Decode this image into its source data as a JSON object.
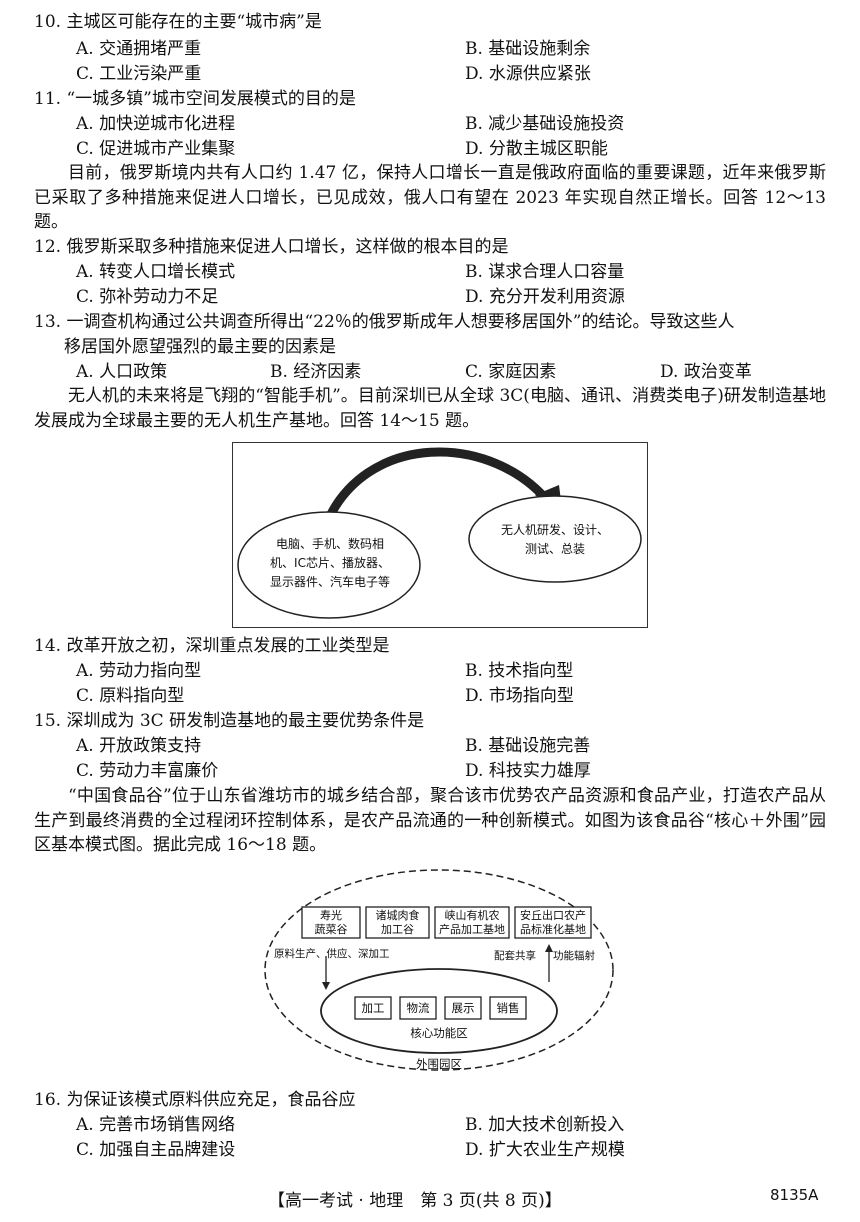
{
  "questions": {
    "q10": {
      "stem": "10. 主城区可能存在的主要“城市病”是",
      "A": "A. 交通拥堵严重",
      "B": "B. 基础设施剩余",
      "C": "C. 工业污染严重",
      "D": "D. 水源供应紧张"
    },
    "q11": {
      "stem": "11. “一城多镇”城市空间发展模式的目的是",
      "A": "A. 加快逆城市化进程",
      "B": "B. 减少基础设施投资",
      "C": "C. 促进城市产业集聚",
      "D": "D. 分散主城区职能"
    },
    "intro_12_13": "目前，俄罗斯境内共有人口约 1.47 亿，保持人口增长一直是俄政府面临的重要课题，近年来俄罗斯已采取了多种措施来促进人口增长，已见成效，俄人口有望在 2023 年实现自然正增长。回答 12～13 题。",
    "q12": {
      "stem": "12. 俄罗斯采取多种措施来促进人口增长，这样做的根本目的是",
      "A": "A. 转变人口增长模式",
      "B": "B. 谋求合理人口容量",
      "C": "C. 弥补劳动力不足",
      "D": "D. 充分开发利用资源"
    },
    "q13": {
      "stem_line1": "13. 一调查机构通过公共调查所得出“22％的俄罗斯成年人想要移居国外”的结论。导致这些人",
      "stem_line2": "移居国外愿望强烈的最主要的因素是",
      "A": "A. 人口政策",
      "B": "B. 经济因素",
      "C": "C. 家庭因素",
      "D": "D. 政治变革"
    },
    "intro_14_15": "无人机的未来将是飞翔的“智能手机”。目前深圳已从全球 3C(电脑、通讯、消费类电子)研发制造基地发展成为全球最主要的无人机生产基地。回答 14～15 题。",
    "figure1": {
      "left_line1": "电脑、手机、数码相",
      "left_line2": "机、IC芯片、播放器、",
      "left_line3": "显示器件、汽车电子等",
      "right_line1": "无人机研发、设计、",
      "right_line2": "测试、总装"
    },
    "q14": {
      "stem": "14. 改革开放之初，深圳重点发展的工业类型是",
      "A": "A. 劳动力指向型",
      "B": "B. 技术指向型",
      "C": "C. 原料指向型",
      "D": "D. 市场指向型"
    },
    "q15": {
      "stem": "15. 深圳成为 3C 研发制造基地的最主要优势条件是",
      "A": "A. 开放政策支持",
      "B": "B. 基础设施完善",
      "C": "C. 劳动力丰富廉价",
      "D": "D. 科技实力雄厚"
    },
    "intro_16_18": "“中国食品谷”位于山东省潍坊市的城乡结合部，聚合该市优势农产品资源和食品产业，打造农产品从生产到最终消费的全过程闭环控制体系，是农产品流通的一种创新模式。如图为该食品谷“核心＋外围”园区基本模式图。据此完成 16～18 题。",
    "figure2": {
      "box1_l1": "寿光",
      "box1_l2": "蔬菜谷",
      "box2_l1": "诸城肉食",
      "box2_l2": "加工谷",
      "box3_l1": "峡山有机农",
      "box3_l2": "产品加工基地",
      "box4_l1": "安丘出口农产",
      "box4_l2": "品标准化基地",
      "left_label": "原料生产、供应、深加工",
      "right_label1": "配套共享",
      "right_label2": "功能辐射",
      "core_items": [
        "加工",
        "物流",
        "展示",
        "销售"
      ],
      "core_label": "核心功能区",
      "outer_label": "外围园区"
    },
    "q16": {
      "stem": "16. 为保证该模式原料供应充足，食品谷应",
      "A": "A. 完善市场销售网络",
      "B": "B. 加大技术创新投入",
      "C": "C. 加强自主品牌建设",
      "D": "D. 扩大农业生产规模"
    },
    "footer": {
      "center": "【高一考试 · 地理　第 3 页(共 8 页)】",
      "code": "8135A"
    }
  }
}
